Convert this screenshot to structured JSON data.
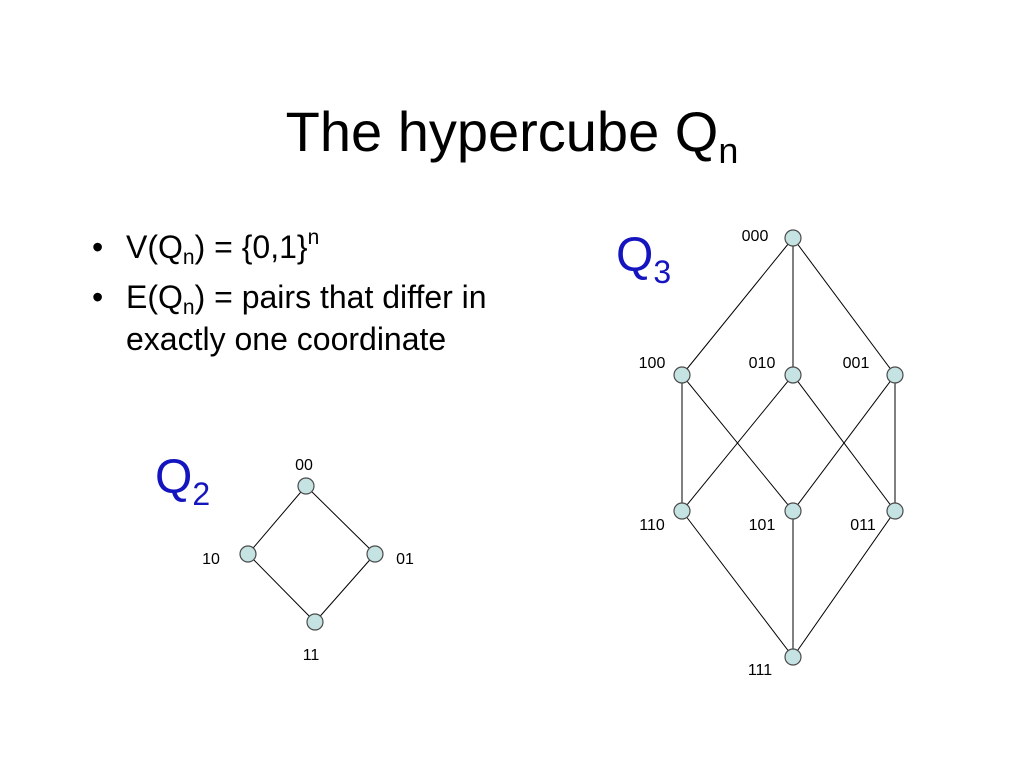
{
  "title": {
    "text": "The hypercube Q",
    "subscript": "n"
  },
  "bullets": [
    {
      "prefix": "V(Q",
      "sub": "n",
      "middle": ") = {0,1}",
      "sup": "n",
      "suffix": ""
    },
    {
      "prefix": "E(Q",
      "sub": "n",
      "middle": ") = pairs that differ in exactly one coordinate",
      "sup": "",
      "suffix": ""
    }
  ],
  "graphs": {
    "q2": {
      "label": "Q",
      "label_sub": "2",
      "vertices": [
        "00",
        "10",
        "01",
        "11"
      ],
      "edges": [
        [
          "00",
          "10"
        ],
        [
          "00",
          "01"
        ],
        [
          "10",
          "11"
        ],
        [
          "01",
          "11"
        ]
      ]
    },
    "q3": {
      "label": "Q",
      "label_sub": "3",
      "vertices": [
        "000",
        "100",
        "010",
        "001",
        "110",
        "101",
        "011",
        "111"
      ],
      "edges": [
        [
          "000",
          "100"
        ],
        [
          "000",
          "010"
        ],
        [
          "000",
          "001"
        ],
        [
          "100",
          "110"
        ],
        [
          "100",
          "101"
        ],
        [
          "010",
          "110"
        ],
        [
          "010",
          "011"
        ],
        [
          "001",
          "101"
        ],
        [
          "001",
          "011"
        ],
        [
          "110",
          "111"
        ],
        [
          "101",
          "111"
        ],
        [
          "011",
          "111"
        ]
      ]
    }
  },
  "colors": {
    "graph_label": "#1515c0",
    "node_fill": "#c6e3e3",
    "node_stroke": "#4a4a4a",
    "edge": "#000000"
  }
}
